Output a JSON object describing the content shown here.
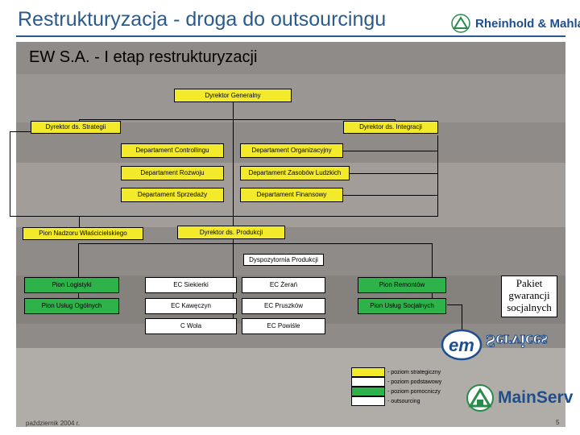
{
  "header": {
    "title": "Restrukturyzacja - droga do outsourcingu",
    "logo_text": "Rheinhold & Mahla"
  },
  "subtitle": "EW S.A. - I etap restrukturyzacji",
  "org": {
    "ceo": "Dyrektor Generalny",
    "dir_strategy": "Dyrektor ds. Strategii",
    "dir_integration": "Dyrektor ds. Integracji",
    "dept_controlling": "Departament Controllingu",
    "dept_organizational": "Departament Organizacyjny",
    "dept_development": "Departament Rozwoju",
    "dept_hr": "Departament Zasobów Ludzkich",
    "dept_sales": "Departament Sprzedaży",
    "dept_finance": "Departament Finansowy",
    "owner_supervision": "Pion Nadzoru Właścicielskiego",
    "dir_production": "Dyrektor ds. Produkcji",
    "dispatch": "Dyspozytornia Produkcji",
    "div_logistics": "Pion Logistyki",
    "div_general": "Pion Usług Ogólnych",
    "ec_siekierki": "EC Siekierki",
    "ec_kaweczyn": "EC Kawęczyn",
    "c_wola": "C Wola",
    "ec_zeran": "EC Żerań",
    "ec_pruszkow": "EC Pruszków",
    "ec_powisle": "EC Powiśle",
    "div_repairs": "Pion Remontów",
    "div_social": "Pion Usług Socjalnych"
  },
  "pakiet": "Pakiet gwarancji socjalnych",
  "legend": [
    {
      "label": "- poziom strategiczny",
      "color": "#f2ea2a"
    },
    {
      "label": "- poziom podstawowy",
      "color": "#ffffff"
    },
    {
      "label": "- poziom pomocniczy",
      "color": "#2db34a"
    },
    {
      "label": "- outsourcing",
      "color": "#ffffff"
    }
  ],
  "ems_logo": {
    "mark": "em",
    "word": "Services"
  },
  "mainserv_logo": "MainServ",
  "footer": {
    "date": "październik 2004 r.",
    "page": "5"
  },
  "colors": {
    "accent": "#2a5b8c",
    "strategic": "#f2ea2a",
    "auxiliary": "#2db34a"
  }
}
